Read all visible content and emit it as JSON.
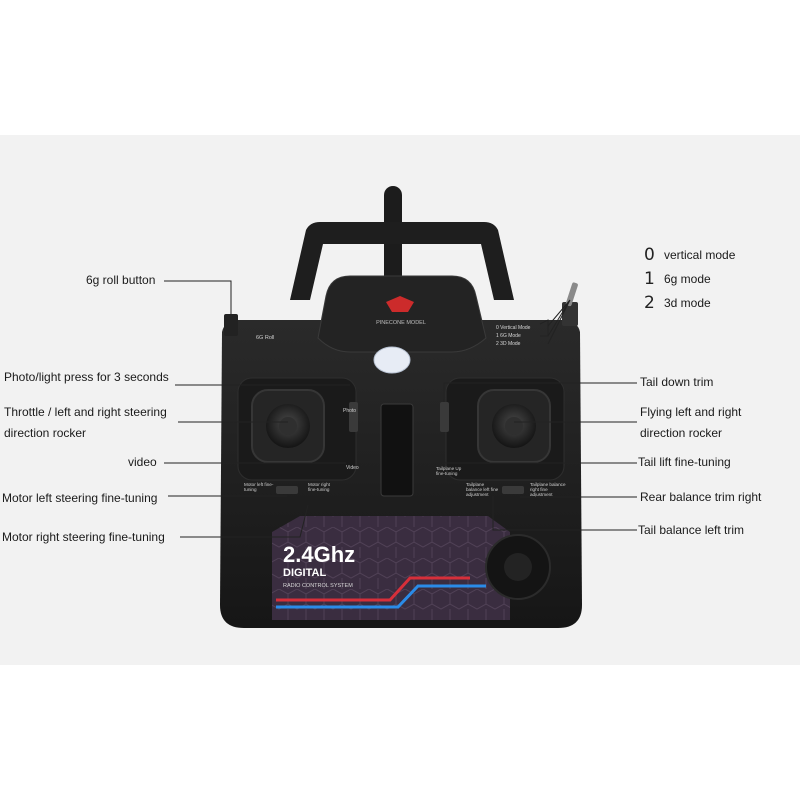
{
  "brand": "PINECONE MODEL",
  "modes": [
    {
      "number": "0",
      "label": "vertical mode"
    },
    {
      "number": "1",
      "label": "6g mode"
    },
    {
      "number": "2",
      "label": "3d mode"
    }
  ],
  "device": {
    "roll_button_tag": "6G Roll",
    "mode_switch_labels": [
      "0  Vertical Mode",
      "1  6G Mode",
      "2  3D Mode"
    ],
    "panel_labels": {
      "photo": "Photo",
      "video": "Video",
      "motor_left": "Motor left fine-tuning",
      "motor_right": "Motor right fine-tuning",
      "tail_up": "Tailplane Up fine-tuning",
      "tail_balance_left": "Tailplane balance left fine adjustment",
      "tail_balance_right": "Tailplane balance right fine adjustment"
    },
    "badge": {
      "frequency": "2.4Ghz",
      "digital": "DIGITAL",
      "system": "RADIO CONTROL SYSTEM"
    }
  },
  "callouts": {
    "roll_button": "6g roll button",
    "photo": "Photo/light press for 3 seconds",
    "throttle": "Throttle / left and right steering direction rocker",
    "video": "video",
    "motor_left": "Motor left steering fine-tuning",
    "motor_right": "Motor right steering fine-tuning",
    "tail_down": "Tail down trim",
    "flying": "Flying left and right direction rocker",
    "tail_lift": "Tail lift fine-tuning",
    "rear_balance": "Rear balance trim right",
    "tail_balance_left": "Tail balance left trim"
  }
}
